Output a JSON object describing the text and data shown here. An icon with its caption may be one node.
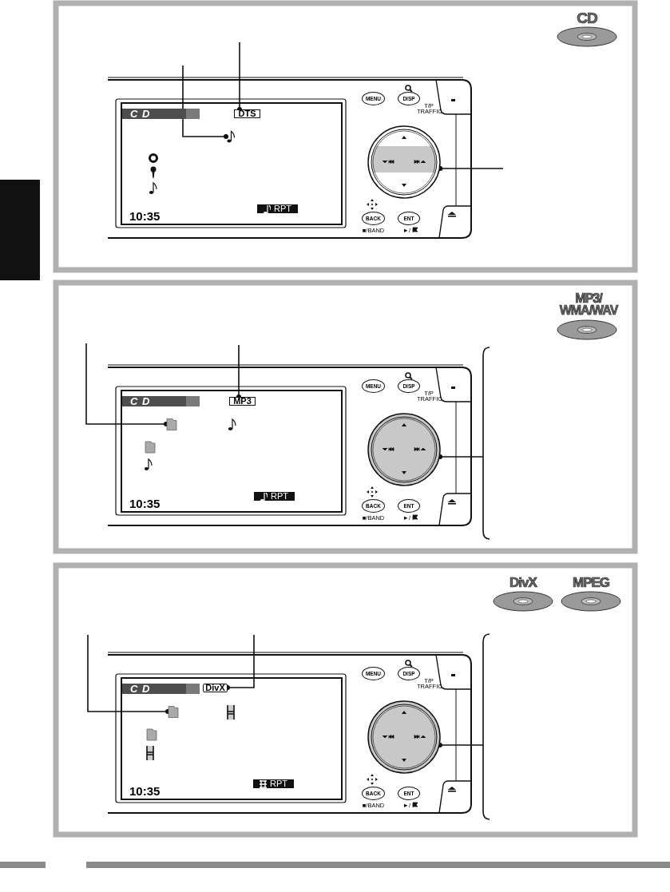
{
  "diagram": {
    "nodes": [
      {
        "text": [
          "C D"
        ]
      },
      {
        "text": [
          "DTS"
        ]
      },
      {
        "text": [],
        "shape": "picture"
      },
      {
        "text": [
          "RPT"
        ]
      },
      {
        "text": [
          "MENU"
        ]
      },
      {
        "text": [
          "DISP"
        ]
      },
      {
        "text": [],
        "shape": "circle"
      },
      {
        "text": [
          "BACK"
        ],
        "beside": [
          "■/BAND"
        ]
      },
      {
        "text": [
          "ENT"
        ],
        "beside": [
          "►/"
        ]
      },
      {
        "text": [
          "C D"
        ]
      },
      {
        "text": [
          "MP3"
        ]
      },
      {
        "text": [],
        "shape": "box"
      },
      {
        "text": [
          "RPT"
        ]
      },
      {
        "text": [
          "MENU"
        ]
      },
      {
        "text": [
          "DISP"
        ]
      },
      {
        "text": [],
        "shape": "circle"
      },
      {
        "text": [
          "BACK"
        ],
        "beside": [
          "■/BAND"
        ]
      },
      {
        "text": [
          "ENT"
        ],
        "beside": [
          "►/"
        ]
      },
      {
        "text": [
          "C D"
        ]
      },
      {
        "text": [
          "DivX"
        ]
      },
      {
        "text": [],
        "shape": "box"
      },
      {
        "text": [
          "RPT"
        ]
      },
      {
        "text": [
          "MENU"
        ]
      },
      {
        "text": [
          "DISP"
        ]
      },
      {
        "text": [],
        "shape": "circle"
      },
      {
        "text": [
          "BACK"
        ],
        "beside": [
          "■/BAND"
        ]
      },
      {
        "text": [
          "ENT"
        ],
        "beside": [
          "►/"
        ]
      },
      {
        "text": [],
        "shape": "bar"
      }
    ],
    "edges": [
      {
        "from": null,
        "to": 2,
        "arrow": "other"
      },
      {
        "from": null,
        "to": 1,
        "arrow": "other"
      },
      {
        "from": null,
        "to": 6,
        "arrow": "other"
      },
      {
        "from": null,
        "to": 11,
        "arrow": "other"
      },
      {
        "from": null,
        "to": 10,
        "arrow": "other"
      },
      {
        "from": null,
        "to": 15,
        "arrow": "other"
      },
      {
        "from": null,
        "to": 20,
        "arrow": "other"
      },
      {
        "from": null,
        "to": 19,
        "arrow": "other"
      },
      {
        "from": null,
        "to": 24,
        "arrow": "other"
      }
    ],
    "labels": [
      "CD",
      "T/P TRAFFIC",
      "10:35",
      "MP3/ WMA/WAV",
      "T/P TRAFFIC",
      "10:35",
      "DivX",
      "MPEG",
      "T/P TRAFFIC",
      "10:35"
    ]
  }
}
